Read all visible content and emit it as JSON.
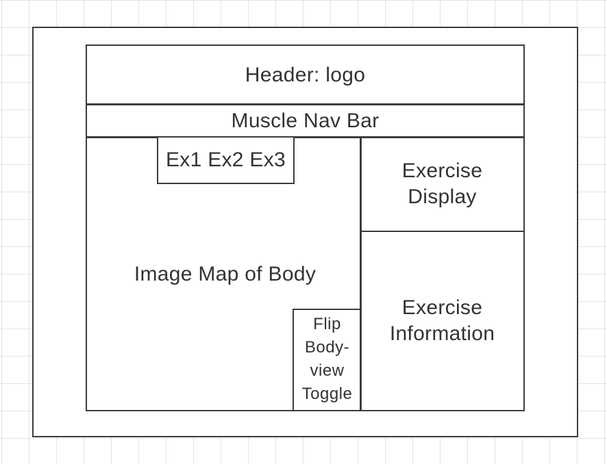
{
  "wireframe": {
    "header_label": "Header: logo",
    "nav_label": "Muscle Nav Bar",
    "exercises_label": "Ex1 Ex2 Ex3",
    "body_map_label": "Image Map of Body",
    "toggle_lines": [
      "Flip",
      "Body-",
      "view",
      "Toggle"
    ],
    "exercise_display_lines": [
      "Exercise",
      "Display"
    ],
    "exercise_information_lines": [
      "Exercise",
      "Information"
    ]
  }
}
